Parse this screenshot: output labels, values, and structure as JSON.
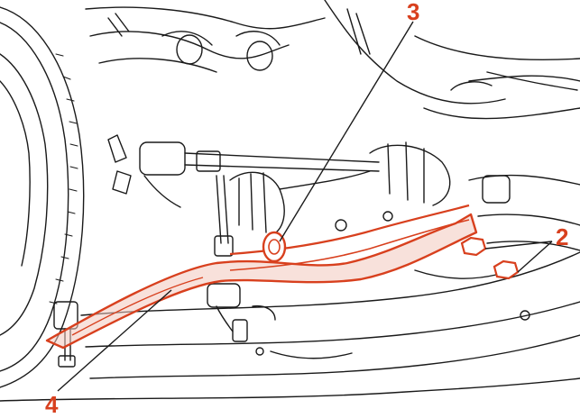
{
  "callouts": {
    "c2": "2",
    "c3": "3",
    "c4": "4"
  },
  "colors": {
    "line_art": "#1a1a1a",
    "highlight": "#d8401e",
    "highlight_fill": "#f3c9bd",
    "background": "#ffffff"
  }
}
